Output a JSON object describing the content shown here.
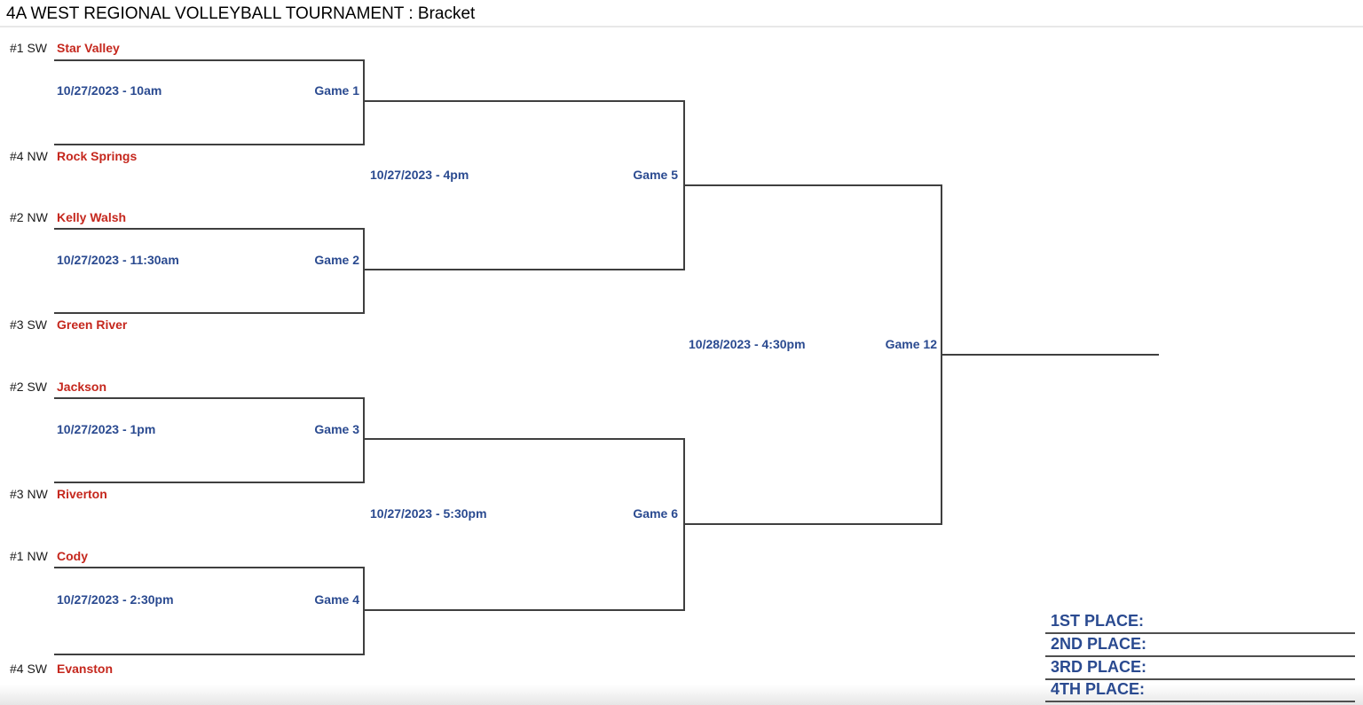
{
  "header": {
    "title": "4A WEST REGIONAL VOLLEYBALL TOURNAMENT : Bracket"
  },
  "colors": {
    "team_name": "#c5271d",
    "game_info": "#2a4a90",
    "bracket_line": "#3f3f3f"
  },
  "round1": [
    {
      "top_seed": "#1 SW",
      "top_team": "Star Valley",
      "bottom_seed": "#4 NW",
      "bottom_team": "Rock Springs",
      "datetime": "10/27/2023 - 10am",
      "game_label": "Game 1"
    },
    {
      "top_seed": "#2 NW",
      "top_team": "Kelly Walsh",
      "bottom_seed": "#3 SW",
      "bottom_team": "Green River",
      "datetime": "10/27/2023 - 11:30am",
      "game_label": "Game 2"
    },
    {
      "top_seed": "#2 SW",
      "top_team": "Jackson",
      "bottom_seed": "#3 NW",
      "bottom_team": "Riverton",
      "datetime": "10/27/2023 - 1pm",
      "game_label": "Game 3"
    },
    {
      "top_seed": "#1 NW",
      "top_team": "Cody",
      "bottom_seed": "#4 SW",
      "bottom_team": "Evanston",
      "datetime": "10/27/2023 - 2:30pm",
      "game_label": "Game 4"
    }
  ],
  "semifinals": [
    {
      "datetime": "10/27/2023 - 4pm",
      "game_label": "Game 5"
    },
    {
      "datetime": "10/27/2023 - 5:30pm",
      "game_label": "Game 6"
    }
  ],
  "final": {
    "datetime": "10/28/2023 - 4:30pm",
    "game_label": "Game 12"
  },
  "placements": [
    {
      "label": "1ST PLACE:"
    },
    {
      "label": "2ND PLACE:"
    },
    {
      "label": "3RD PLACE:"
    },
    {
      "label": "4TH PLACE:"
    }
  ]
}
